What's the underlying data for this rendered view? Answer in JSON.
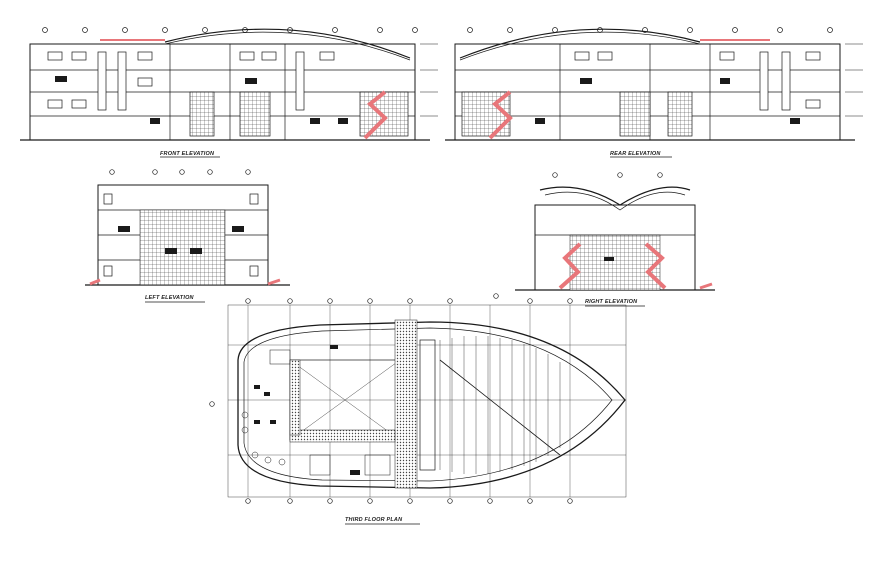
{
  "drawing": {
    "views": [
      {
        "id": "front",
        "title": "FRONT ELEVATION"
      },
      {
        "id": "rear",
        "title": "REAR ELEVATION"
      },
      {
        "id": "left",
        "title": "LEFT ELEVATION"
      },
      {
        "id": "right",
        "title": "RIGHT ELEVATION"
      },
      {
        "id": "plan",
        "title": "THIRD FLOOR PLAN"
      }
    ],
    "colors": {
      "line": "#1a1a1a",
      "accent": "#e8767a",
      "hatch": "#555555",
      "background": "#ffffff"
    }
  }
}
